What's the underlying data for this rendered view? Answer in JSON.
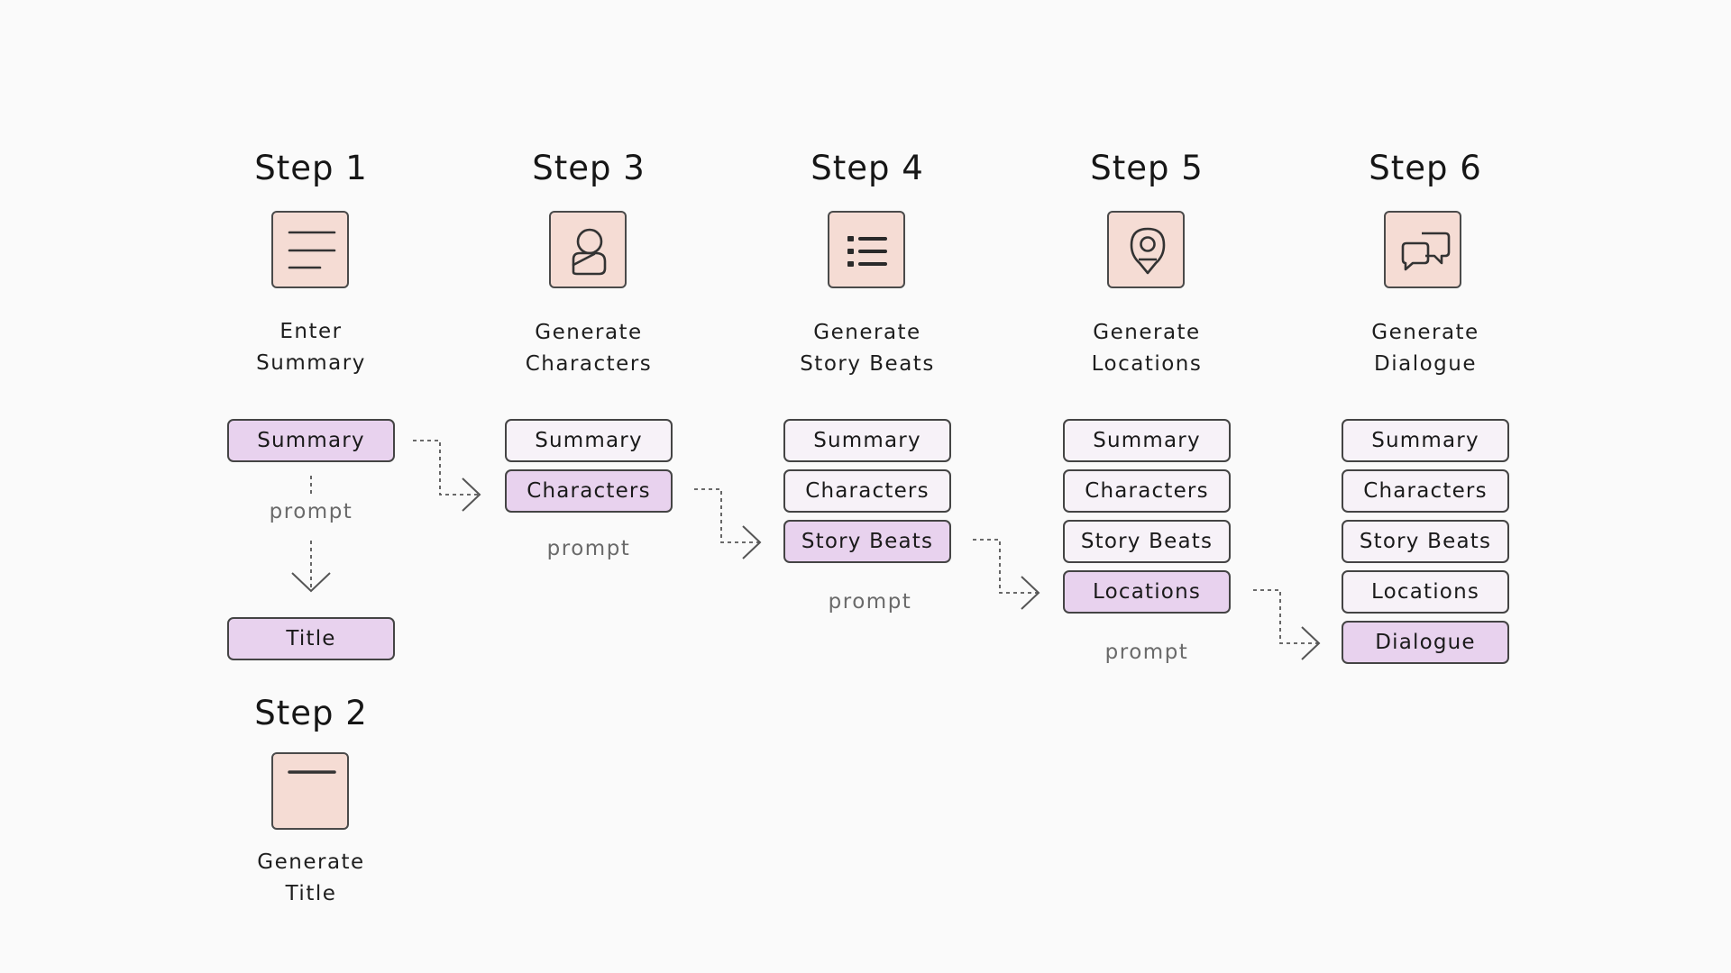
{
  "steps": [
    {
      "title": "Step 1",
      "label_line1": "Enter",
      "label_line2": "Summary",
      "icon": "lines-icon",
      "inputs": [],
      "output": "Summary",
      "prompt": "prompt",
      "result": "Title"
    },
    {
      "title": "Step 2",
      "label_line1": "Generate",
      "label_line2": "Title",
      "icon": "title-bar-icon"
    },
    {
      "title": "Step 3",
      "label_line1": "Generate",
      "label_line2": "Characters",
      "icon": "person-icon",
      "inputs": [
        "Summary"
      ],
      "output": "Characters",
      "prompt": "prompt"
    },
    {
      "title": "Step 4",
      "label_line1": "Generate",
      "label_line2": "Story Beats",
      "icon": "list-icon",
      "inputs": [
        "Summary",
        "Characters"
      ],
      "output": "Story Beats",
      "prompt": "prompt"
    },
    {
      "title": "Step 5",
      "label_line1": "Generate",
      "label_line2": "Locations",
      "icon": "location-pin-icon",
      "inputs": [
        "Summary",
        "Characters",
        "Story Beats"
      ],
      "output": "Locations",
      "prompt": "prompt"
    },
    {
      "title": "Step 6",
      "label_line1": "Generate",
      "label_line2": "Dialogue",
      "icon": "chat-bubbles-icon",
      "inputs": [
        "Summary",
        "Characters",
        "Story Beats",
        "Locations"
      ],
      "output": "Dialogue"
    }
  ],
  "colors": {
    "background": "#fafafa",
    "icon_fill": "#f5dcd4",
    "chip_fill": "#f7f2f8",
    "chip_active_fill": "#e8d2ee",
    "border": "#444444",
    "prompt_text": "#6a6a6a"
  }
}
